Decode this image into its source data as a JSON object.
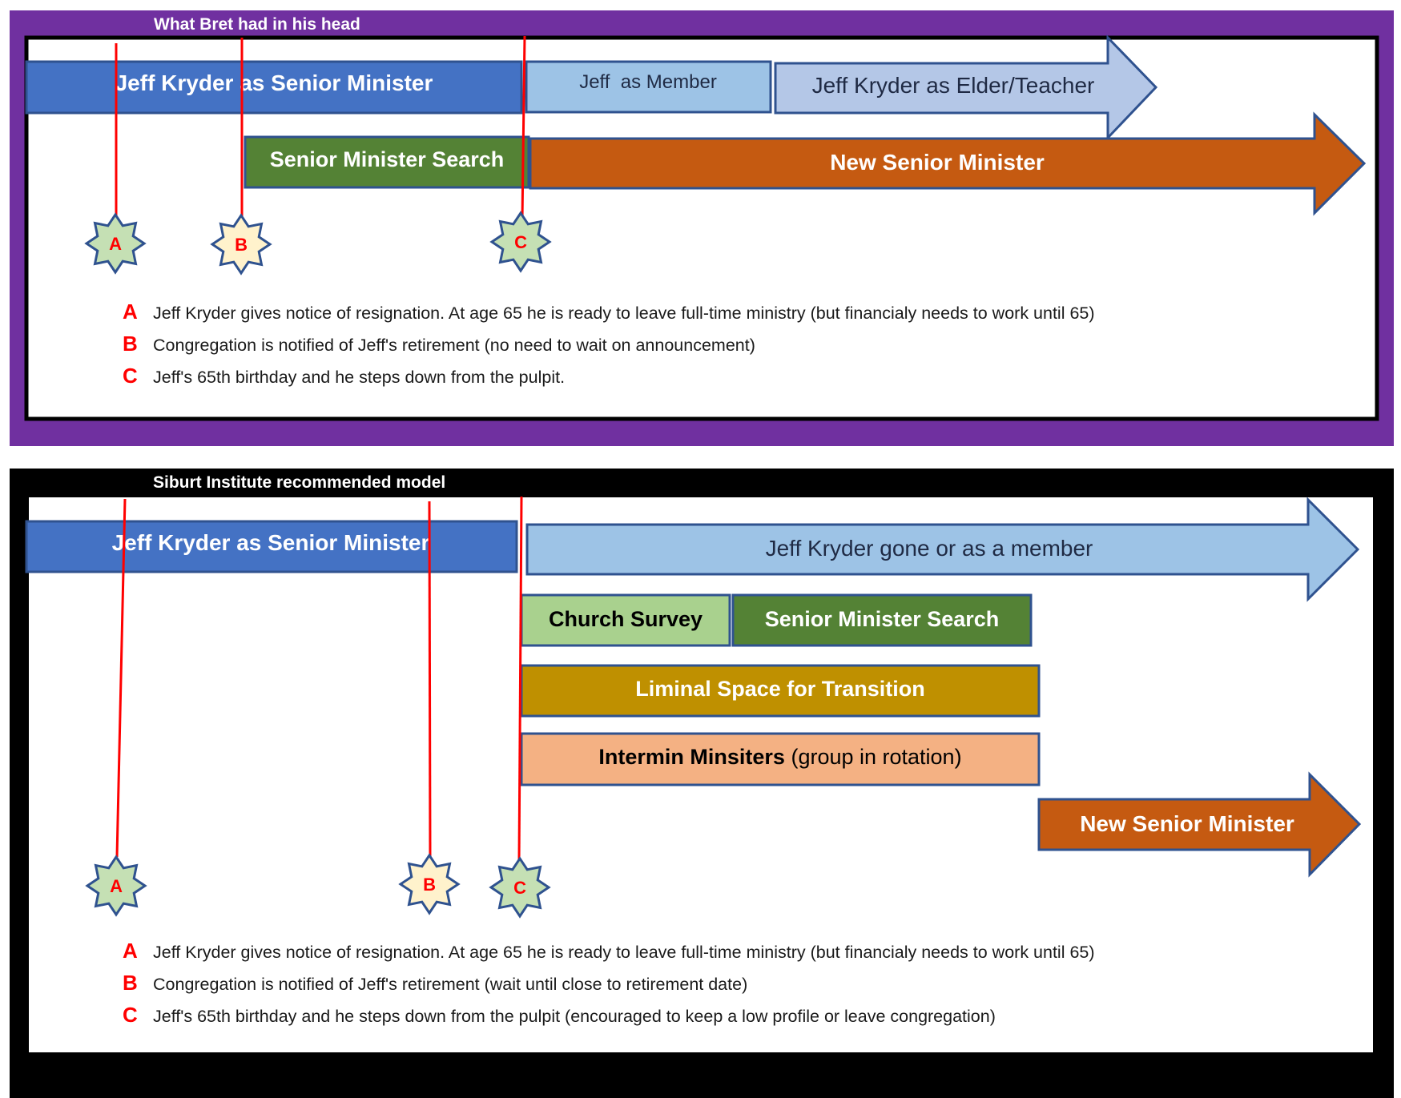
{
  "colors": {
    "purple_frame": "#7030A0",
    "black_frame": "#000000",
    "blue_dark": "#4472C4",
    "blue_light": "#9DC3E6",
    "blue_lighter": "#B4C7E7",
    "green_dark": "#548235",
    "green_light": "#A9D18E",
    "orange": "#C55A11",
    "gold": "#BF9000",
    "peach": "#F4B183",
    "marker_green": "#C5E0B4",
    "marker_cream": "#FFF2CC",
    "red": "#FF0000",
    "border_blue": "#2F528F"
  },
  "panel1": {
    "title": "What Bret had in his head",
    "bars": {
      "senior": "Jeff Kryder as Senior Minister",
      "member": "Jeff  as Member",
      "elder": "Jeff Kryder as Elder/Teacher",
      "search": "Senior Minister Search",
      "new_senior": "New Senior Minister"
    },
    "markers": [
      "A",
      "B",
      "C"
    ],
    "legend": [
      {
        "letter": "A",
        "text": "Jeff Kryder gives notice of resignation. At age 65 he is ready to leave full-time ministry (but financialy needs to work until 65)"
      },
      {
        "letter": "B",
        "text": "Congregation is notified of Jeff's retirement (no need to wait on announcement)"
      },
      {
        "letter": "C",
        "text": "Jeff's 65th birthday and he steps down from the pulpit."
      }
    ]
  },
  "panel2": {
    "title": "Siburt Institute recommended model",
    "bars": {
      "senior": "Jeff Kryder as Senior Minister",
      "gone": "Jeff Kryder gone or as a member",
      "survey": "Church Survey",
      "search": "Senior Minister Search",
      "liminal": "Liminal Space for Transition",
      "intermin_bold": "Intermin Minsiters",
      "intermin_rest": " (group in rotation)",
      "new_senior": "New Senior Minister"
    },
    "markers": [
      "A",
      "B",
      "C"
    ],
    "legend": [
      {
        "letter": "A",
        "text": "Jeff Kryder gives notice of resignation. At age 65 he is ready to leave full-time ministry (but financialy needs to work until 65)"
      },
      {
        "letter": "B",
        "text": "Congregation is notified of Jeff's retirement (wait until close to retirement date)"
      },
      {
        "letter": "C",
        "text": "Jeff's 65th birthday and he steps down from the pulpit (encouraged to keep a low profile or leave congregation)"
      }
    ]
  }
}
